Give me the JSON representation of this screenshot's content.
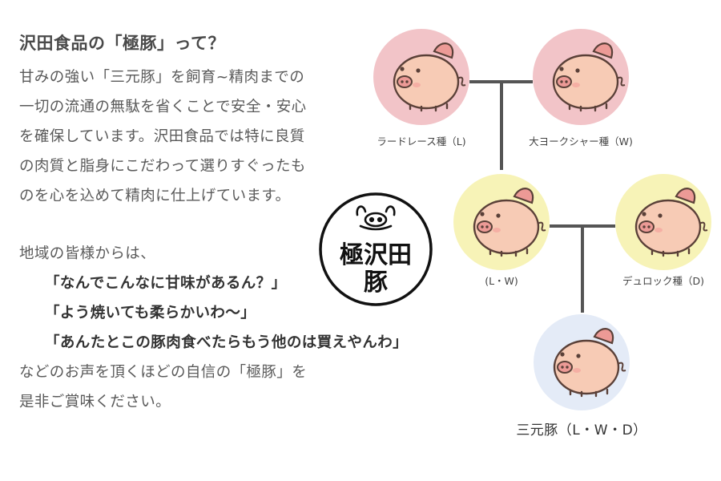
{
  "heading": "沢田食品の「極豚」って？",
  "intro_lines": [
    "甘みの強い「三元豚」を飼育~精肉までの",
    "一切の流通の無駄を省くことで安全・安心",
    "を確保しています。沢田食品では特に良質",
    "の肉質と脂身にこだわって選りすぐったも",
    "のを心を込めて精肉に仕上げています。"
  ],
  "voices_intro": "地域の皆様からは、",
  "quotes": [
    "「なんでこんなに甘味があるん？」",
    "「よう焼いても柔らかいわ〜」",
    "「あんたとこの豚肉食べたらもう他のは買えやんわ」"
  ],
  "closing_lines": [
    "などのお声を頂くほどの自信の「極豚」を",
    "是非ご賞味ください。"
  ],
  "seal": {
    "text_row1": "極沢田",
    "text_row2": "豚"
  },
  "breeds": [
    {
      "id": "landrace",
      "label": "ラードレース種（L)",
      "color": "#f2c4c8",
      "icon": "pig-icon"
    },
    {
      "id": "yorkshire",
      "label": "大ヨークシャー種（W)",
      "color": "#f2c4c8",
      "icon": "pig-icon"
    },
    {
      "id": "lw",
      "label": "(L・W)",
      "color": "#f7f3b7",
      "icon": "pig-icon"
    },
    {
      "id": "duroc",
      "label": "デュロック種（D)",
      "color": "#f7f3b7",
      "icon": "pig-icon"
    },
    {
      "id": "sangen",
      "label": "三元豚（L・W・D）",
      "color": "#e4ebf7",
      "icon": "pig-icon"
    }
  ],
  "colors": {
    "pig_body": "#f7cbb5",
    "pig_outline": "#5a4038",
    "pig_ear": "#ec9a96",
    "connector": "#555555"
  }
}
